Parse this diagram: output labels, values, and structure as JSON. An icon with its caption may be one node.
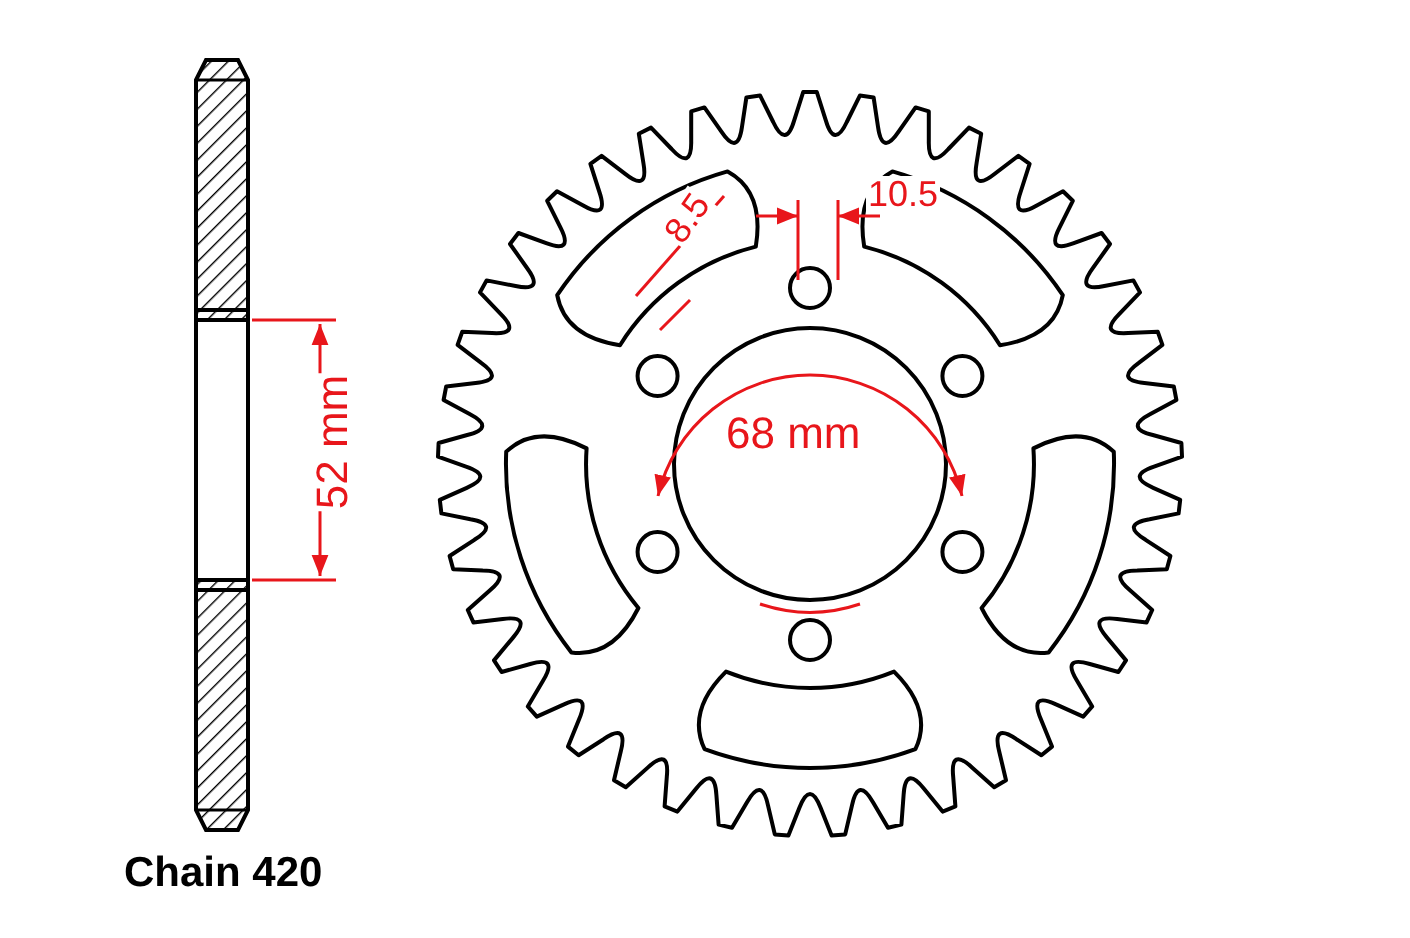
{
  "diagram": {
    "labels": [
      "52 mm",
      "8.5",
      "10.5",
      "68 mm",
      "Chain 420"
    ]
  }
}
